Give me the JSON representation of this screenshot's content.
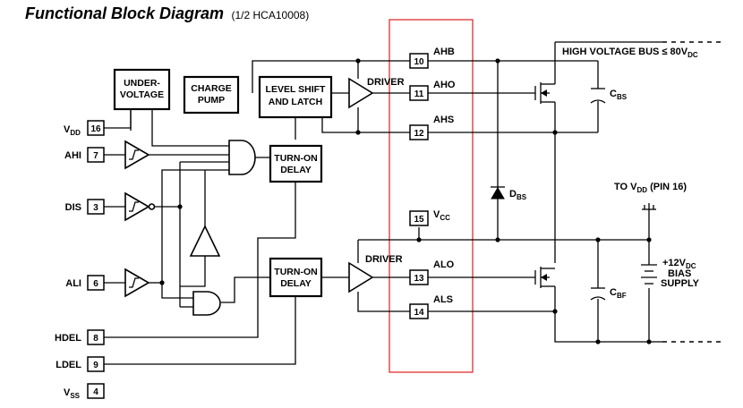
{
  "title": "Functional Block Diagram",
  "subtitle": "(1/2 HCA10008)",
  "blocks": {
    "undervoltage": [
      "UNDER-",
      "VOLTAGE"
    ],
    "charge_pump": [
      "CHARGE",
      "PUMP"
    ],
    "level_shift": [
      "LEVEL SHIFT",
      "AND LATCH"
    ],
    "turn_on_delay": [
      "TURN-ON",
      "DELAY"
    ]
  },
  "driver_label": "DRIVER",
  "left_pins": [
    {
      "num": "16",
      "label": "V",
      "sub": "DD"
    },
    {
      "num": "7",
      "label": "AHI",
      "sub": ""
    },
    {
      "num": "3",
      "label": "DIS",
      "sub": ""
    },
    {
      "num": "6",
      "label": "ALI",
      "sub": ""
    },
    {
      "num": "8",
      "label": "HDEL",
      "sub": ""
    },
    {
      "num": "9",
      "label": "LDEL",
      "sub": ""
    },
    {
      "num": "4",
      "label": "V",
      "sub": "SS"
    }
  ],
  "right_pins": [
    {
      "num": "10",
      "label": "AHB",
      "sub": ""
    },
    {
      "num": "11",
      "label": "AHO",
      "sub": ""
    },
    {
      "num": "12",
      "label": "AHS",
      "sub": ""
    },
    {
      "num": "15",
      "label": "V",
      "sub": "CC"
    },
    {
      "num": "13",
      "label": "ALO",
      "sub": ""
    },
    {
      "num": "14",
      "label": "ALS",
      "sub": ""
    }
  ],
  "external": {
    "hv_bus_prefix": "HIGH VOLTAGE BUS ≤ 80V",
    "hv_bus_sub": "DC",
    "cbs": {
      "label": "C",
      "sub": "BS"
    },
    "dbs": {
      "label": "D",
      "sub": "BS"
    },
    "cbf": {
      "label": "C",
      "sub": "BF"
    },
    "to_vdd_prefix": "TO V",
    "to_vdd_sub": "DD",
    "to_vdd_suffix": " (PIN 16)",
    "bias_volt_prefix": "+12V",
    "bias_volt_sub": "DC",
    "bias_line2": "BIAS",
    "bias_line3": "SUPPLY"
  },
  "colors": {
    "chip_outline": "#e03030",
    "ink": "#000000"
  }
}
